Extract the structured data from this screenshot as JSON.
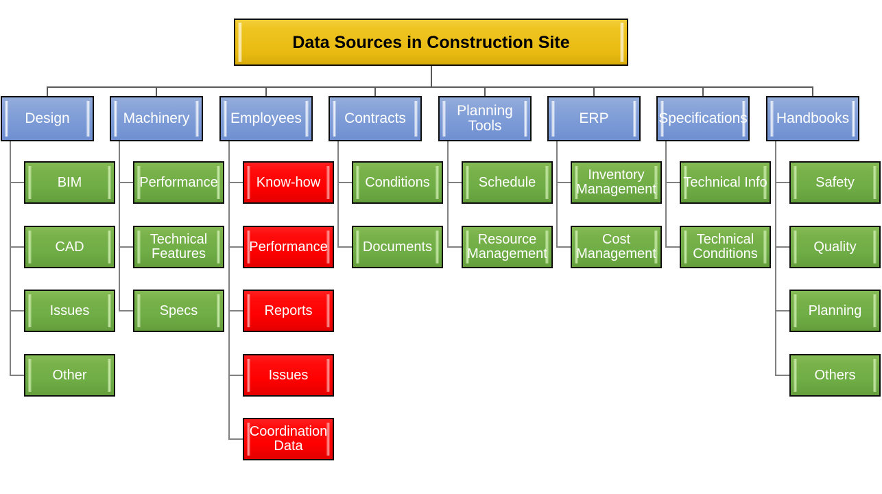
{
  "diagram": {
    "title": "Data Sources in Construction Site",
    "colors": {
      "root_fill": "#efc522",
      "level2_fill": "#7b9ad6",
      "leaf_green_fill": "#6fad46",
      "leaf_red_fill": "#fe0000",
      "border": "#0d0d0d",
      "connector": "#808080",
      "background": "#ffffff"
    },
    "root": {
      "label": "Data Sources in Construction Site"
    },
    "branches": [
      {
        "label": "Design",
        "children": [
          {
            "label": "BIM",
            "type": "green"
          },
          {
            "label": "CAD",
            "type": "green"
          },
          {
            "label": "Issues",
            "type": "green"
          },
          {
            "label": "Other",
            "type": "green"
          }
        ]
      },
      {
        "label": "Machinery",
        "children": [
          {
            "label": "Performance",
            "type": "green"
          },
          {
            "label": "Technical Features",
            "type": "green"
          },
          {
            "label": "Specs",
            "type": "green"
          }
        ]
      },
      {
        "label": "Employees",
        "children": [
          {
            "label": "Know-how",
            "type": "red"
          },
          {
            "label": "Performance",
            "type": "red"
          },
          {
            "label": "Reports",
            "type": "red"
          },
          {
            "label": "Issues",
            "type": "red"
          },
          {
            "label": "Coordination Data",
            "type": "red"
          }
        ]
      },
      {
        "label": "Contracts",
        "children": [
          {
            "label": "Conditions",
            "type": "green"
          },
          {
            "label": "Documents",
            "type": "green"
          }
        ]
      },
      {
        "label": "Planning Tools",
        "children": [
          {
            "label": "Schedule",
            "type": "green"
          },
          {
            "label": "Resource Management",
            "type": "green"
          }
        ]
      },
      {
        "label": "ERP",
        "children": [
          {
            "label": "Inventory Management",
            "type": "green"
          },
          {
            "label": "Cost Management",
            "type": "green"
          }
        ]
      },
      {
        "label": "Specifications",
        "children": [
          {
            "label": "Technical Info",
            "type": "green"
          },
          {
            "label": "Technical Conditions",
            "type": "green"
          }
        ]
      },
      {
        "label": "Handbooks",
        "children": [
          {
            "label": "Safety",
            "type": "green"
          },
          {
            "label": "Quality",
            "type": "green"
          },
          {
            "label": "Planning",
            "type": "green"
          },
          {
            "label": "Others",
            "type": "green"
          }
        ]
      }
    ]
  }
}
